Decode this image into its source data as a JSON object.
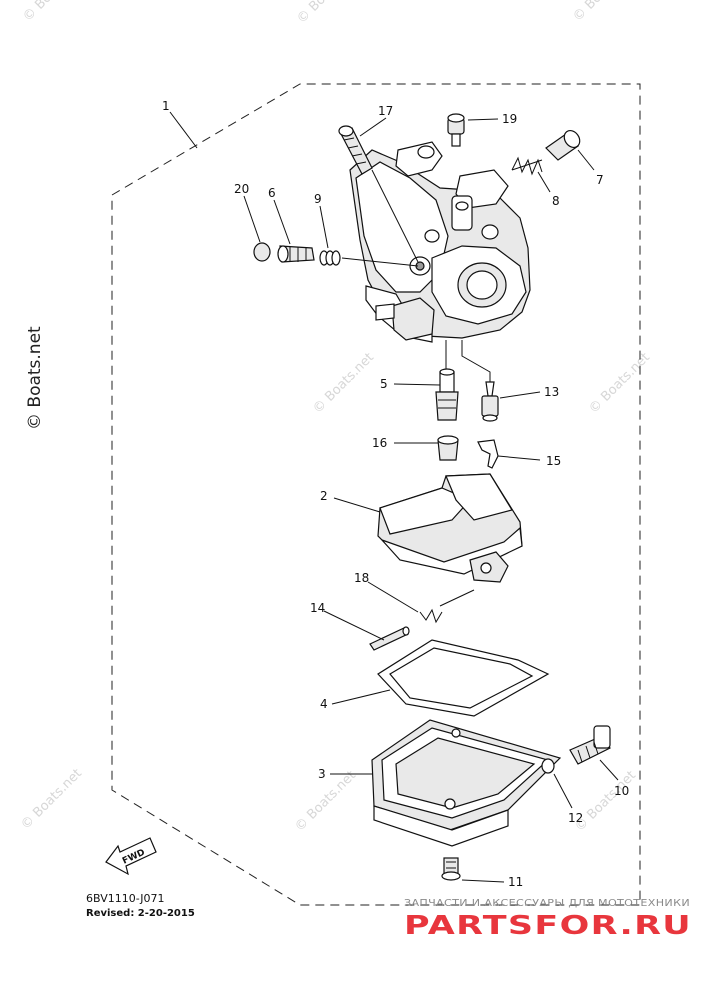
{
  "diagram": {
    "callouts": {
      "c1": "1",
      "c2": "2",
      "c3": "3",
      "c4": "4",
      "c5": "5",
      "c6": "6",
      "c7": "7",
      "c8": "8",
      "c9": "9",
      "c10": "10",
      "c11": "11",
      "c12": "12",
      "c13": "13",
      "c14": "14",
      "c15": "15",
      "c16": "16",
      "c17": "17",
      "c18": "18",
      "c19": "19",
      "c20": "20"
    },
    "direction_arrow_label": "FWD",
    "part_code": "6BV1110-J071",
    "revised": "Revised: 2-20-2015"
  },
  "watermarks": {
    "side_copyright": "© Boats.net",
    "tile_text": "© Boats.net"
  },
  "partsfor": {
    "tagline": "ЗАПЧАСТИ И АКСЕССУАРЫ ДЛЯ МОТОТЕХНИКИ",
    "logo": "PARTSFOR.RU"
  },
  "colors": {
    "logo_red": "#e8363d",
    "watermark_gray": "#d7d7d7",
    "line": "#111111"
  }
}
